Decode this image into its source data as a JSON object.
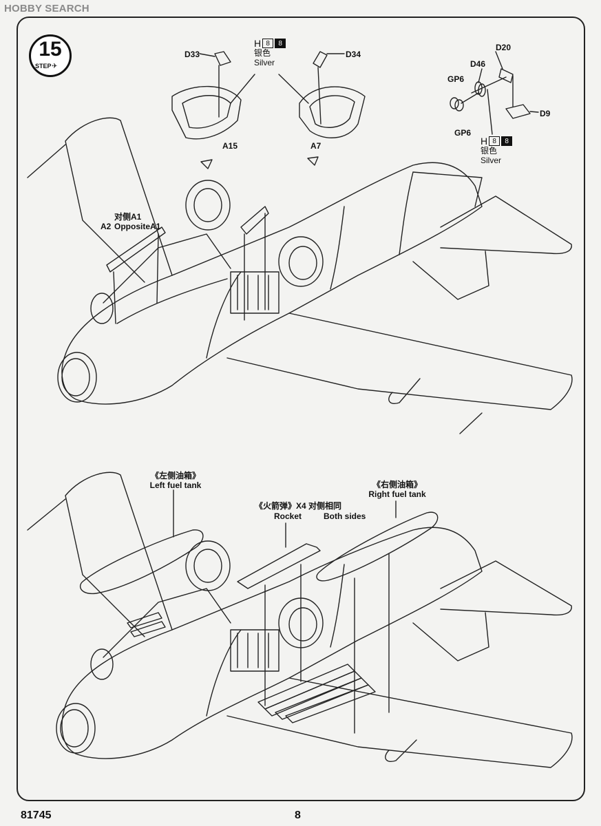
{
  "watermark": "HOBBY SEARCH",
  "step": {
    "number": "15",
    "label": "STEP"
  },
  "top": {
    "d33": "D33",
    "d34": "D34",
    "a15": "A15",
    "a7": "A7",
    "paint_left": {
      "code": "H",
      "num1": "8",
      "num2": "8",
      "cn": "银色",
      "en": "Silver"
    },
    "paint_right": {
      "code": "H",
      "num1": "8",
      "num2": "8",
      "cn": "银色",
      "en": "Silver"
    },
    "d20": "D20",
    "d46": "D46",
    "gp6_top": "GP6",
    "gp6_bottom": "GP6",
    "d9": "D9",
    "a1_cn": "对侧A1",
    "a2_label": "A2",
    "a1_en": "OppositeA1"
  },
  "bottom": {
    "left_tank_cn": "《左侧油箱》",
    "left_tank_en": "Left fuel tank",
    "rocket_cn": "《火箭弹》X4 对侧相同",
    "rocket_en": "Rocket",
    "both_sides": "Both sides",
    "right_tank_cn": "《右侧油箱》",
    "right_tank_en": "Right fuel tank"
  },
  "footer": {
    "kit_number": "81745",
    "page_number": "8"
  }
}
